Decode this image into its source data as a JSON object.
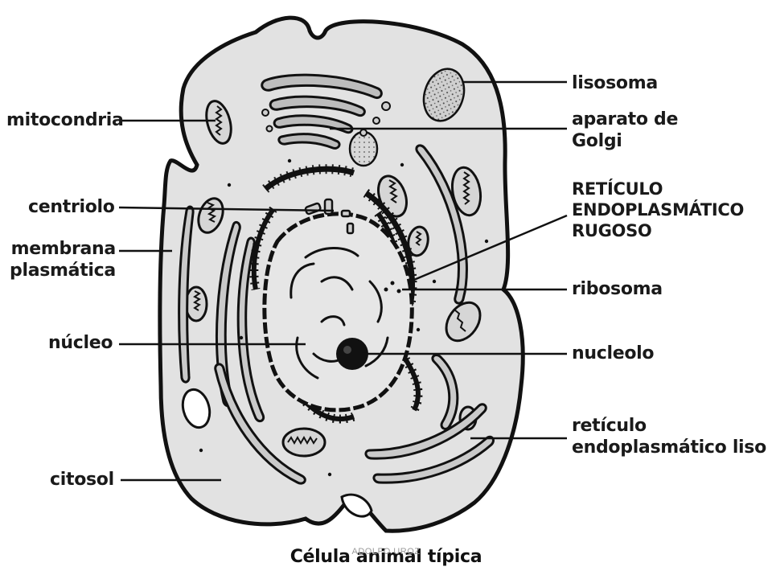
{
  "labels": {
    "lisosoma": "lisosoma",
    "aparato_de_golgi": [
      "aparato de",
      "Golgi"
    ],
    "mitocondria": "mitocondria",
    "reticulo_endoplasmatico_rugoso": [
      "RETÍCULO",
      "ENDOPLASMÁTICO",
      "RUGOSO"
    ],
    "centriolo": "centriolo",
    "membrana_plasmatica": [
      "membrana",
      "plasmática"
    ],
    "ribosoma": "ribosoma",
    "nucleo": "núcleo",
    "nucleolo": "nucleolo",
    "reticulo_endoplasmatico_liso": [
      "retículo",
      "endoplasmático liso"
    ],
    "citosol": "citosol"
  },
  "caption": "Célula animal típica",
  "watermark": "ADOLFO UROZ"
}
